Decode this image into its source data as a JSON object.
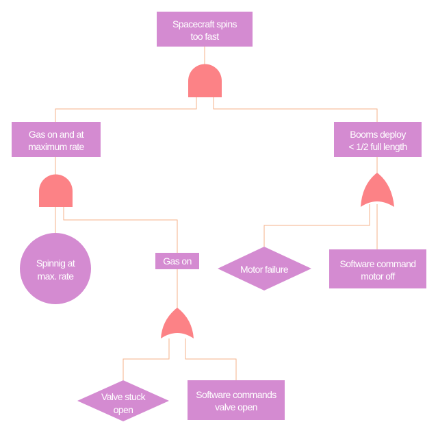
{
  "colors": {
    "event_fill": "#d48bd1",
    "gate_fill": "#fc8286",
    "connector": "#f5b28a",
    "text": "#ffffff"
  },
  "nodes": {
    "top_event": {
      "line1": "Spacecraft spins",
      "line2": "too fast"
    },
    "and_gate_top": {
      "type": "AND",
      "icon": "and-gate-icon"
    },
    "gas_on_max_rate": {
      "line1": "Gas on and at",
      "line2": "maximum rate"
    },
    "and_gate_left": {
      "type": "AND",
      "icon": "and-gate-icon"
    },
    "spinning_max_rate": {
      "line1": "Spinnig at",
      "line2": "max. rate"
    },
    "gas_on": {
      "line1": "Gas on"
    },
    "or_gate_gas": {
      "type": "OR",
      "icon": "or-gate-icon"
    },
    "valve_stuck_open": {
      "line1": "Valve stuck",
      "line2": "open"
    },
    "software_commands_valve_open": {
      "line1": "Software commands",
      "line2": "valve open"
    },
    "booms_deploy": {
      "line1": "Booms deploy",
      "line2": "< 1/2 full length"
    },
    "or_gate_booms": {
      "type": "OR",
      "icon": "or-gate-icon"
    },
    "motor_failure": {
      "line1": "Motor failure"
    },
    "software_command_motor_off": {
      "line1": "Software command",
      "line2": "motor off"
    }
  }
}
